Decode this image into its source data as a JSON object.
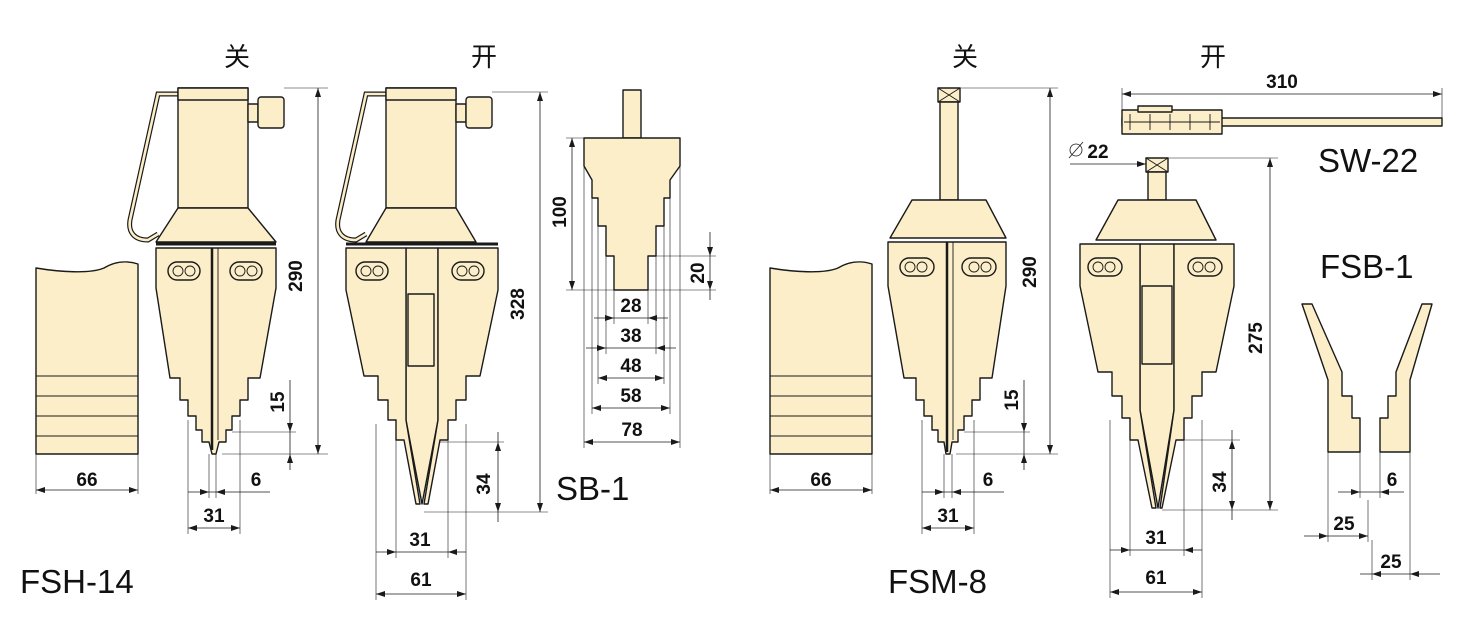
{
  "headers": {
    "close_left": "关",
    "open_left": "开",
    "close_right": "关",
    "open_right": "开"
  },
  "models": {
    "fsh14": "FSH-14",
    "sb1": "SB-1",
    "fsm8": "FSM-8",
    "sw22": "SW-22",
    "fsb1": "FSB-1"
  },
  "dims": {
    "fsh14_width_66": "66",
    "fsh14_height_290": "290",
    "fsh14_tip_15": "15",
    "fsh14_tip_6": "6",
    "fsh14_width_31": "31",
    "fsh14_open_height_328": "328",
    "fsh14_open_34": "34",
    "fsh14_open_31": "31",
    "fsh14_open_61": "61",
    "sb1_height_100": "100",
    "sb1_step_20": "20",
    "sb1_w28": "28",
    "sb1_w38": "38",
    "sb1_w48": "48",
    "sb1_w58": "58",
    "sb1_w78": "78",
    "fsm8_width_66": "66",
    "fsm8_height_290": "290",
    "fsm8_tip_15": "15",
    "fsm8_tip_6": "6",
    "fsm8_width_31": "31",
    "sw22_length_310": "310",
    "sw22_dia_22": "22",
    "fsm8_open_height_275": "275",
    "fsm8_open_34": "34",
    "fsm8_open_31": "31",
    "fsm8_open_61": "61",
    "fsb1_6": "6",
    "fsb1_25a": "25",
    "fsb1_25b": "25"
  },
  "colors": {
    "part_fill": "#fbeec8",
    "ink": "#1a1a1a"
  }
}
